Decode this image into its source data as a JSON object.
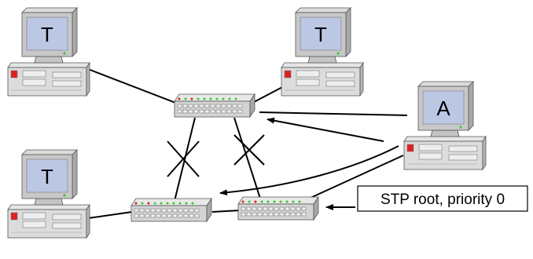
{
  "computers": {
    "top_left": {
      "label": "T"
    },
    "top_right": {
      "label": "T"
    },
    "bottom_left": {
      "label": "T"
    },
    "attacker": {
      "label": "A"
    }
  },
  "callout": {
    "text": "STP root, priority 0"
  },
  "colors": {
    "monitor_bezel": "#bdbdbd",
    "screen": "#bcc7e4",
    "led_green": "#33cc33",
    "led_red": "#dd2222",
    "lines": "#000000"
  }
}
